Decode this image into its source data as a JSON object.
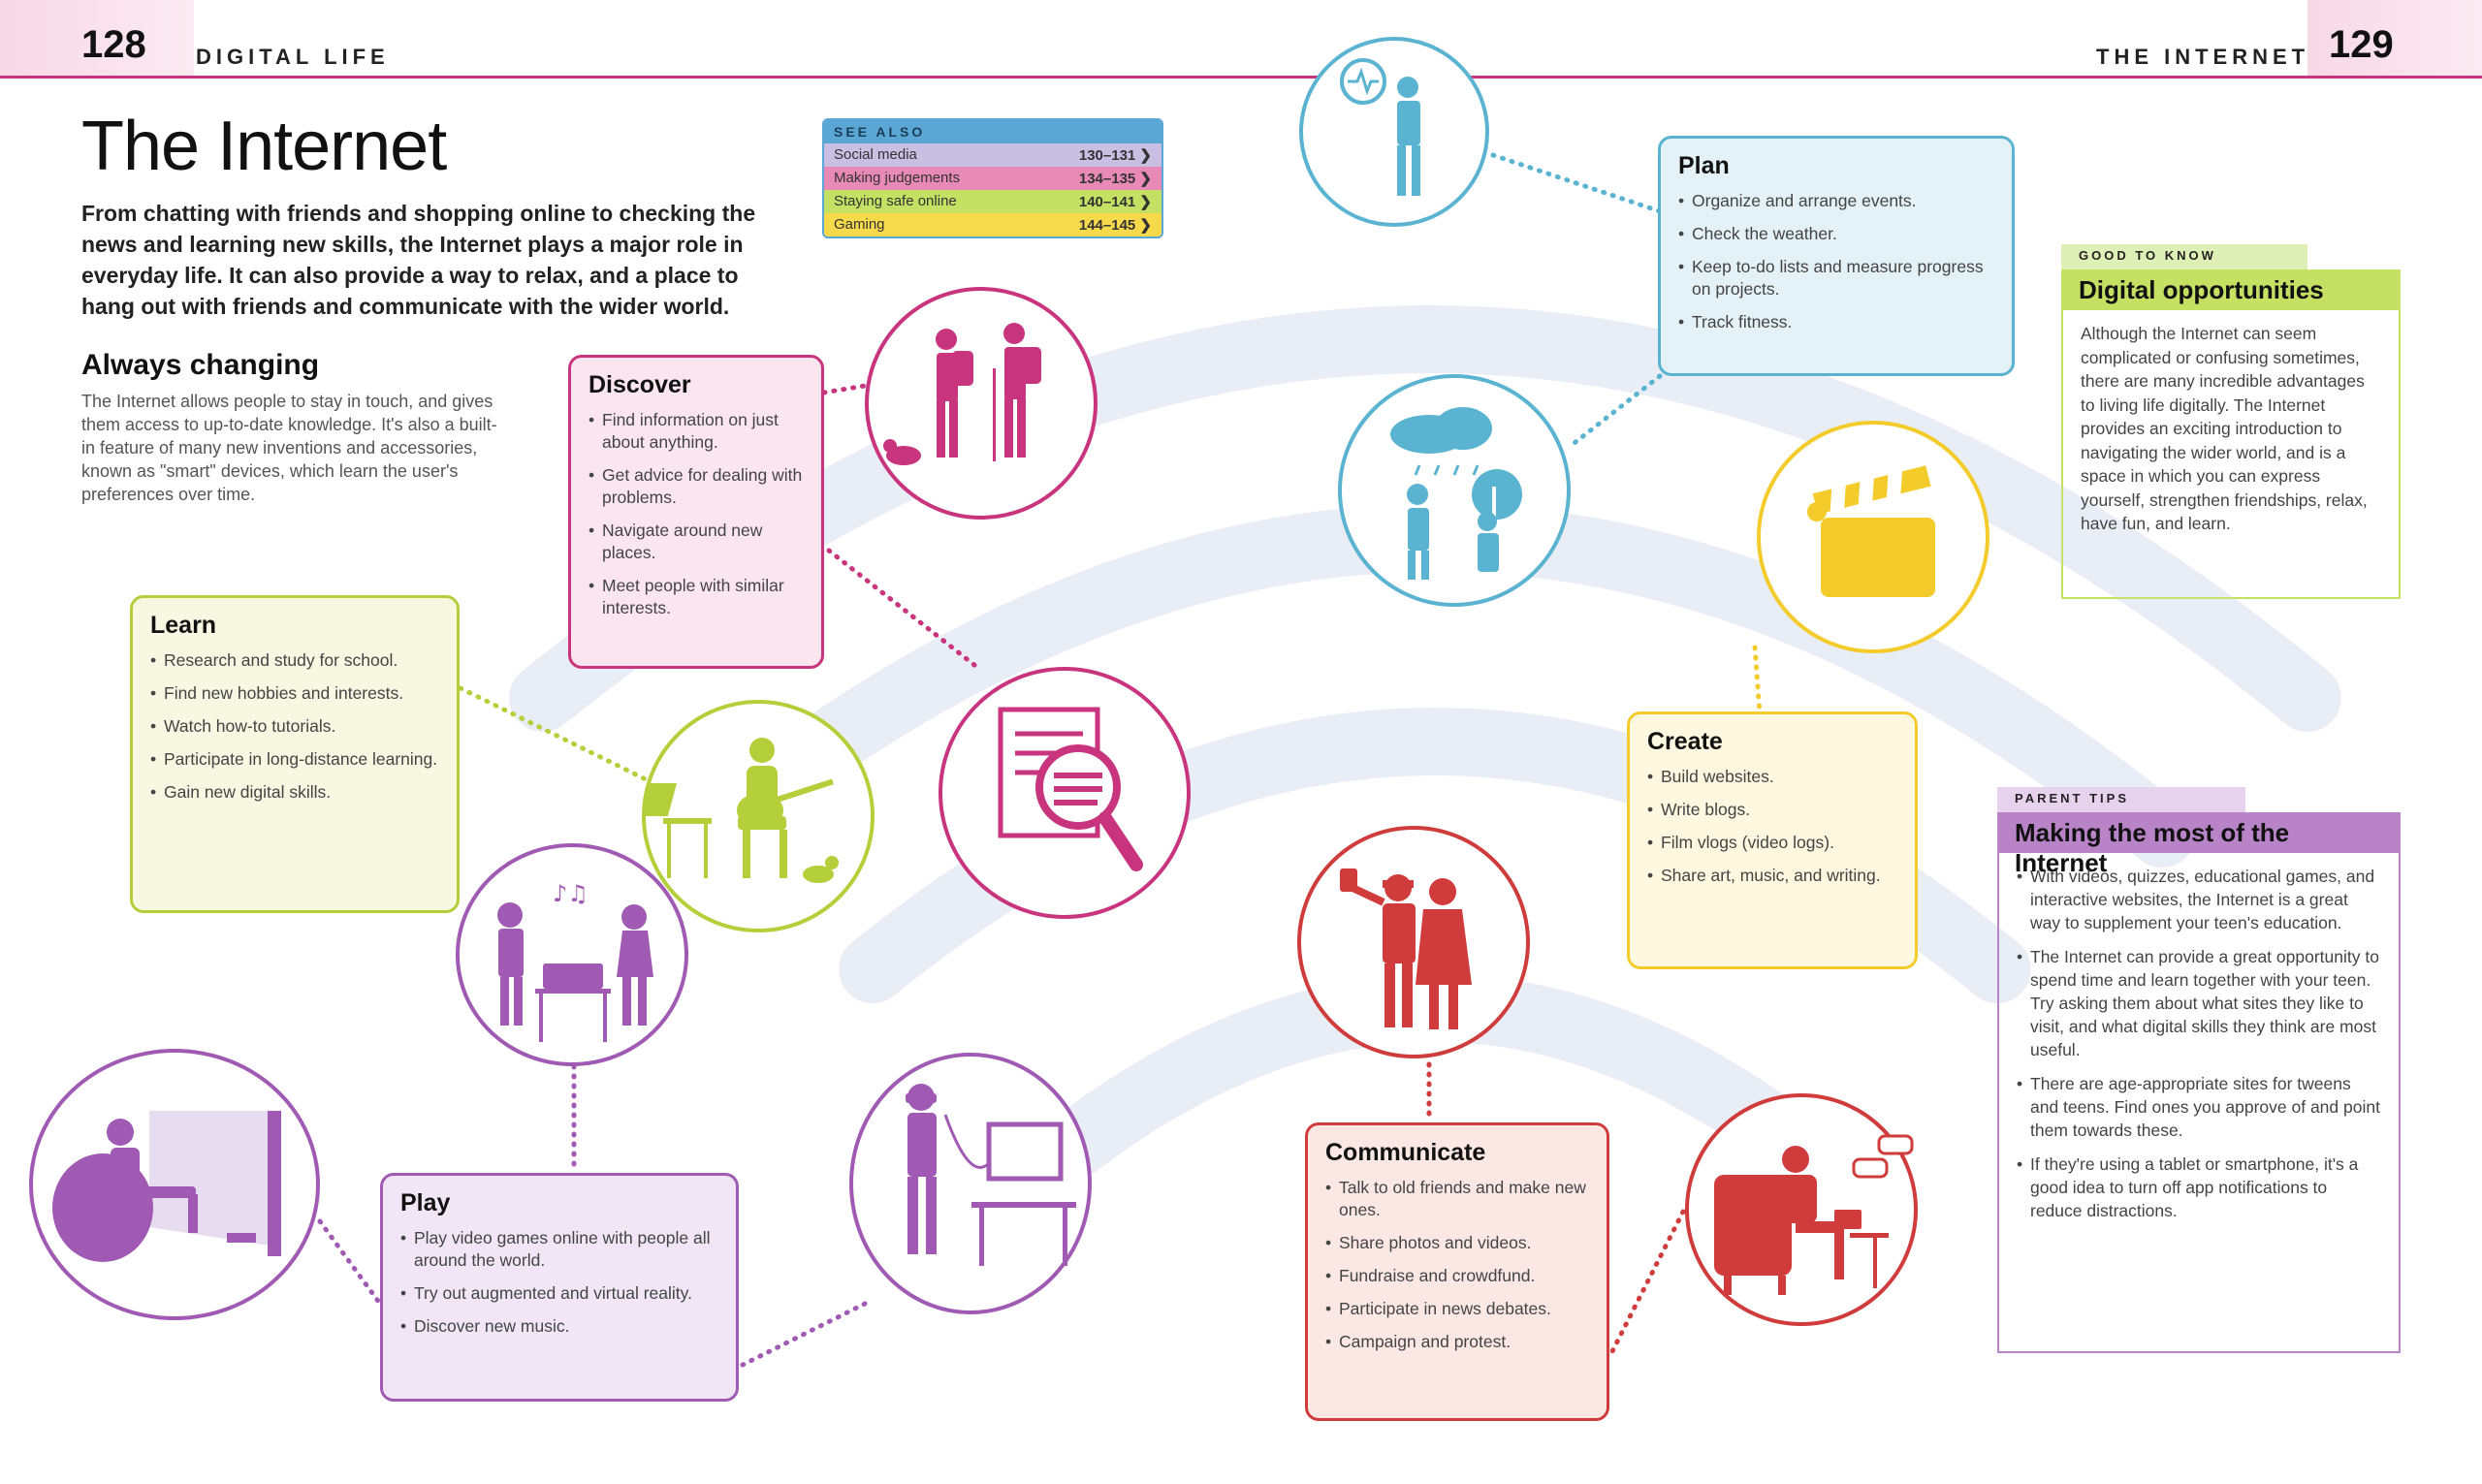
{
  "header": {
    "left_page_number": "128",
    "left_running_head": "DIGITAL LIFE",
    "right_running_head": "THE INTERNET",
    "right_page_number": "129"
  },
  "intro": {
    "title": "The Internet",
    "lead": "From chatting with friends and shopping online to checking the news and learning new skills, the Internet plays a major role in everyday life. It can also provide a way to relax, and a place to hang out with friends and communicate with the wider world.",
    "subheading": "Always changing",
    "body": "The Internet allows people to stay in touch, and gives them access to up-to-date knowledge. It's also a built-in feature of many new inventions and accessories, known as \"smart\" devices, which learn the user's preferences over time."
  },
  "see_also": {
    "heading": "SEE ALSO",
    "items": [
      {
        "label": "Social media",
        "pages": "130–131 ❯",
        "color": "#c9bfe3"
      },
      {
        "label": "Making judgements",
        "pages": "134–135 ❯",
        "color": "#e989b6"
      },
      {
        "label": "Staying safe online",
        "pages": "140–141 ❯",
        "color": "#c5e063"
      },
      {
        "label": "Gaming",
        "pages": "144–145 ❯",
        "color": "#f7d94c"
      }
    ]
  },
  "boxes": {
    "discover": {
      "title": "Discover",
      "color": "#c9347e",
      "fill": "#fbe6ef",
      "items": [
        "Find information on just about anything.",
        "Get advice for dealing with problems.",
        "Navigate around new places.",
        "Meet people with similar interests."
      ]
    },
    "learn": {
      "title": "Learn",
      "color": "#b5cf3a",
      "fill": "#f6f8e1",
      "items": [
        "Research and study for school.",
        "Find new hobbies and interests.",
        "Watch how-to tutorials.",
        "Participate in long-distance learning.",
        "Gain new digital skills."
      ]
    },
    "plan": {
      "title": "Plan",
      "color": "#5ab3d1",
      "fill": "#e4f2f8",
      "items": [
        "Organize and arrange events.",
        "Check the weather.",
        "Keep to-do lists and measure progress on projects.",
        "Track fitness."
      ]
    },
    "create": {
      "title": "Create",
      "color": "#f3cc2c",
      "fill": "#fdf8df",
      "items": [
        "Build websites.",
        "Write blogs.",
        "Film vlogs (video logs).",
        "Share art, music, and writing."
      ]
    },
    "play": {
      "title": "Play",
      "color": "#a05ab4",
      "fill": "#f1e6f5",
      "items": [
        "Play video games online with people all around the world.",
        "Try out augmented and virtual reality.",
        "Discover new music."
      ]
    },
    "communicate": {
      "title": "Communicate",
      "color": "#d03b3b",
      "fill": "#fbe8e5",
      "items": [
        "Talk to old friends and make new ones.",
        "Share photos and videos.",
        "Fundraise and crowdfund.",
        "Participate in news debates.",
        "Campaign and protest."
      ]
    }
  },
  "good_to_know": {
    "tag": "GOOD TO KNOW",
    "title": "Digital opportunities",
    "body": "Although the Internet can seem complicated or confusing sometimes, there are many incredible advantages to living life digitally. The Internet provides an exciting introduction to navigating the wider world, and is a space in which you can express yourself, strengthen friendships, relax, have fun, and learn."
  },
  "parent_tips": {
    "tag": "PARENT TIPS",
    "title": "Making the most of the Internet",
    "items": [
      "With videos, quizzes, educational games, and interactive websites, the Internet is a great way to supplement your teen's education.",
      "The Internet can provide a great opportunity to spend time and learn together with your teen. Try asking them about what sites they like to visit, and what digital skills they think are most useful.",
      "There are age-appropriate sites for tweens and teens. Find ones you approve of and point them towards these.",
      "If they're using a tablet or smartphone, it's a good idea to turn off app notifications to reduce distractions."
    ]
  },
  "colors": {
    "accent": "#c9347e",
    "wifi": "#e9eef6"
  }
}
